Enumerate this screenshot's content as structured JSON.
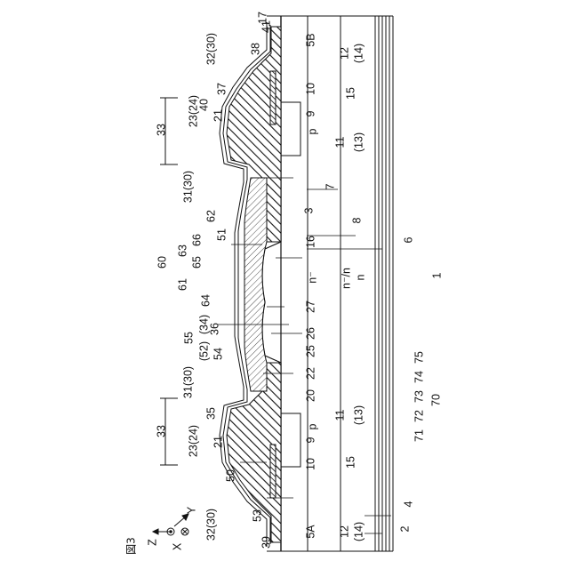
{
  "figure": {
    "caption": "図3"
  },
  "axes": {
    "z": "Z",
    "x": "X",
    "y": "Y"
  },
  "region_labels": {
    "n_minus": "n⁻",
    "n_minus_n": "n⁻/n",
    "n": "n",
    "p_left": "p",
    "p_right": "p"
  },
  "labels": [
    {
      "id": "l1",
      "text": "1"
    },
    {
      "id": "l2",
      "text": "2"
    },
    {
      "id": "l3",
      "text": "3"
    },
    {
      "id": "l4",
      "text": "4"
    },
    {
      "id": "l5A",
      "text": "5A"
    },
    {
      "id": "l5B",
      "text": "5B"
    },
    {
      "id": "l6",
      "text": "6"
    },
    {
      "id": "l7",
      "text": "7"
    },
    {
      "id": "l8",
      "text": "8"
    },
    {
      "id": "l9a",
      "text": "9"
    },
    {
      "id": "l9b",
      "text": "9"
    },
    {
      "id": "l10a",
      "text": "10"
    },
    {
      "id": "l10b",
      "text": "10"
    },
    {
      "id": "l11a",
      "text": "11"
    },
    {
      "id": "l11b",
      "text": "11"
    },
    {
      "id": "l12a",
      "text": "12"
    },
    {
      "id": "l12b",
      "text": "12"
    },
    {
      "id": "l13a",
      "text": "(13)"
    },
    {
      "id": "l13b",
      "text": "(13)"
    },
    {
      "id": "l14a",
      "text": "(14)"
    },
    {
      "id": "l14b",
      "text": "(14)"
    },
    {
      "id": "l15a",
      "text": "15"
    },
    {
      "id": "l15b",
      "text": "15"
    },
    {
      "id": "l16",
      "text": "16"
    },
    {
      "id": "l17",
      "text": "17"
    },
    {
      "id": "l20",
      "text": "20"
    },
    {
      "id": "l21a",
      "text": "21"
    },
    {
      "id": "l21b",
      "text": "21"
    },
    {
      "id": "l22",
      "text": "22"
    },
    {
      "id": "l23a",
      "text": "23(24)"
    },
    {
      "id": "l23b",
      "text": "23(24)"
    },
    {
      "id": "l25",
      "text": "25"
    },
    {
      "id": "l26",
      "text": "26"
    },
    {
      "id": "l27",
      "text": "27"
    },
    {
      "id": "l31a",
      "text": "31(30)"
    },
    {
      "id": "l31b",
      "text": "31(30)"
    },
    {
      "id": "l32a",
      "text": "32(30)"
    },
    {
      "id": "l32b",
      "text": "32(30)"
    },
    {
      "id": "l33a",
      "text": "33"
    },
    {
      "id": "l33b",
      "text": "33"
    },
    {
      "id": "l34",
      "text": "(34)"
    },
    {
      "id": "l35",
      "text": "35"
    },
    {
      "id": "l36",
      "text": "36"
    },
    {
      "id": "l37",
      "text": "37"
    },
    {
      "id": "l38",
      "text": "38"
    },
    {
      "id": "l39",
      "text": "39"
    },
    {
      "id": "l40",
      "text": "40"
    },
    {
      "id": "l41",
      "text": "41"
    },
    {
      "id": "l50",
      "text": "50"
    },
    {
      "id": "l51",
      "text": "51"
    },
    {
      "id": "l52",
      "text": "(52)"
    },
    {
      "id": "l53",
      "text": "53"
    },
    {
      "id": "l54",
      "text": "54"
    },
    {
      "id": "l55",
      "text": "55"
    },
    {
      "id": "l60",
      "text": "60"
    },
    {
      "id": "l61",
      "text": "61"
    },
    {
      "id": "l62",
      "text": "62"
    },
    {
      "id": "l63",
      "text": "63"
    },
    {
      "id": "l64",
      "text": "64"
    },
    {
      "id": "l65",
      "text": "65"
    },
    {
      "id": "l66",
      "text": "66"
    },
    {
      "id": "l70",
      "text": "70"
    },
    {
      "id": "l71",
      "text": "71"
    },
    {
      "id": "l72",
      "text": "72"
    },
    {
      "id": "l73",
      "text": "73"
    },
    {
      "id": "l74",
      "text": "74"
    },
    {
      "id": "l75",
      "text": "75"
    }
  ]
}
